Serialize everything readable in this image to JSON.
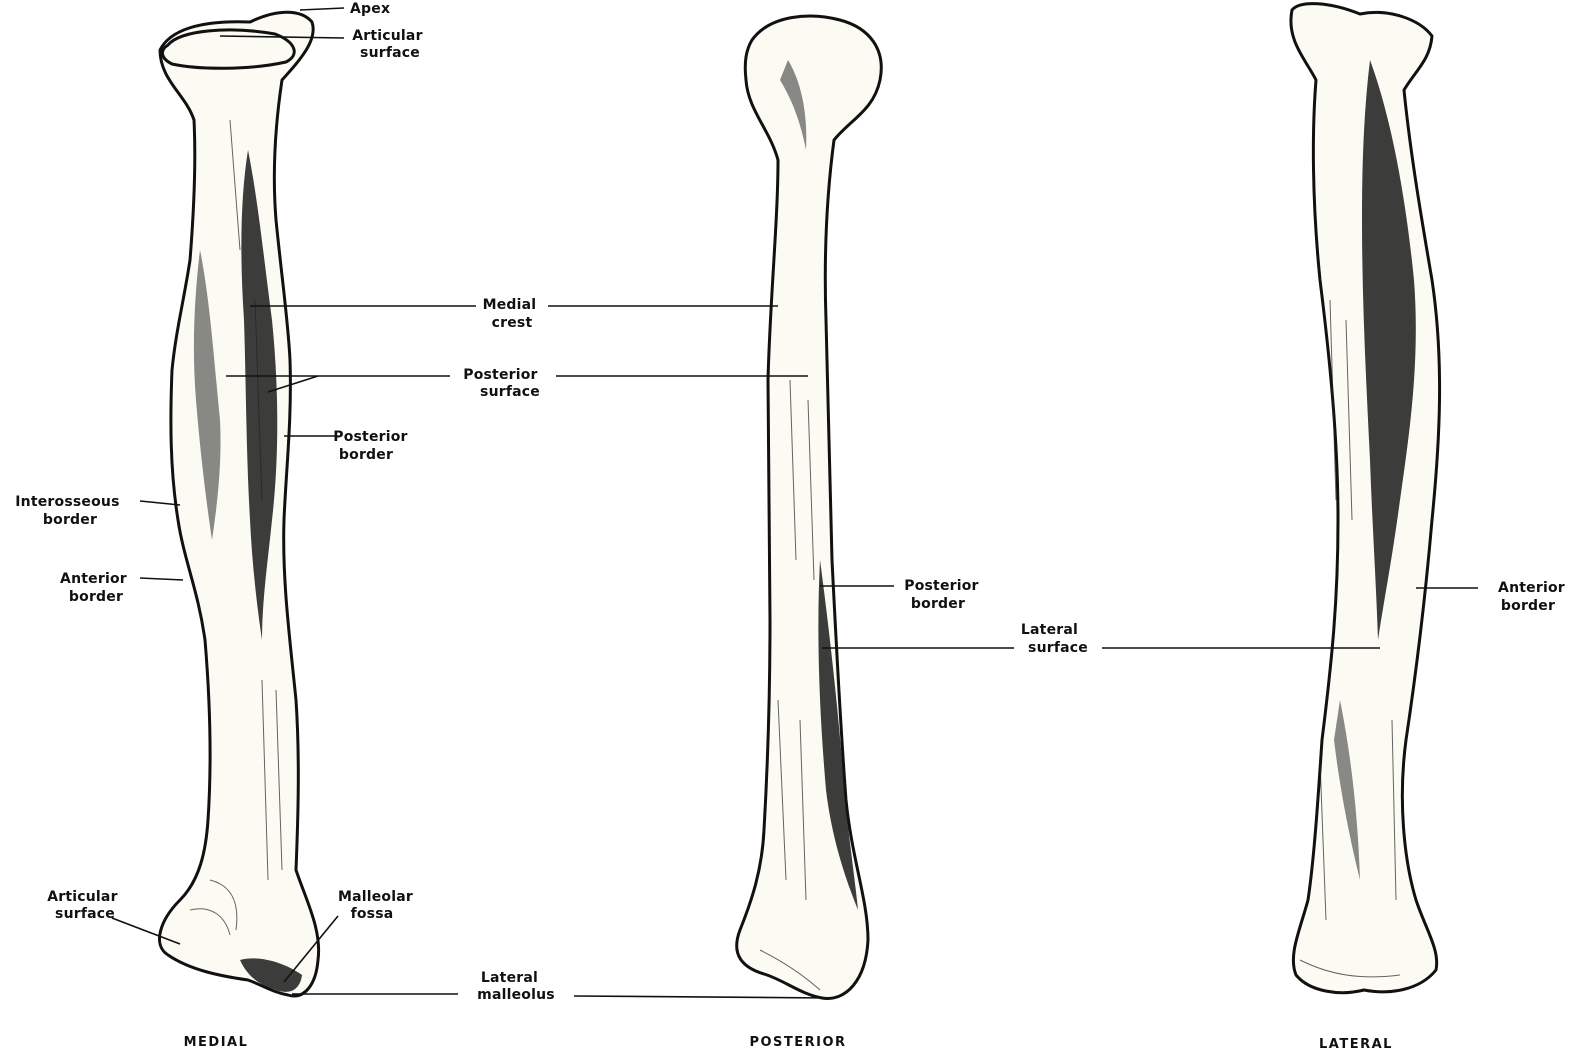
{
  "views": {
    "medial": "MEDIAL",
    "posterior": "POSTERIOR",
    "lateral": "LATERAL"
  },
  "labels": {
    "apex": [
      "Apex"
    ],
    "articular_surface_top": [
      "Articular",
      "surface"
    ],
    "medial_crest": [
      "Medial",
      "crest"
    ],
    "posterior_surface": [
      "Posterior",
      "surface"
    ],
    "posterior_border_medial": [
      "Posterior",
      "border"
    ],
    "interosseous_border": [
      "Interosseous",
      "border"
    ],
    "anterior_border_medial": [
      "Anterior",
      "border"
    ],
    "articular_surface_bottom": [
      "Articular",
      "surface"
    ],
    "malleolar_fossa": [
      "Malleolar",
      "fossa"
    ],
    "lateral_malleolus": [
      "Lateral",
      "malleolus"
    ],
    "posterior_border_posterior": [
      "Posterior",
      "border"
    ],
    "lateral_surface": [
      "Lateral",
      "surface"
    ],
    "anterior_border_lateral": [
      "Anterior",
      "border"
    ]
  }
}
